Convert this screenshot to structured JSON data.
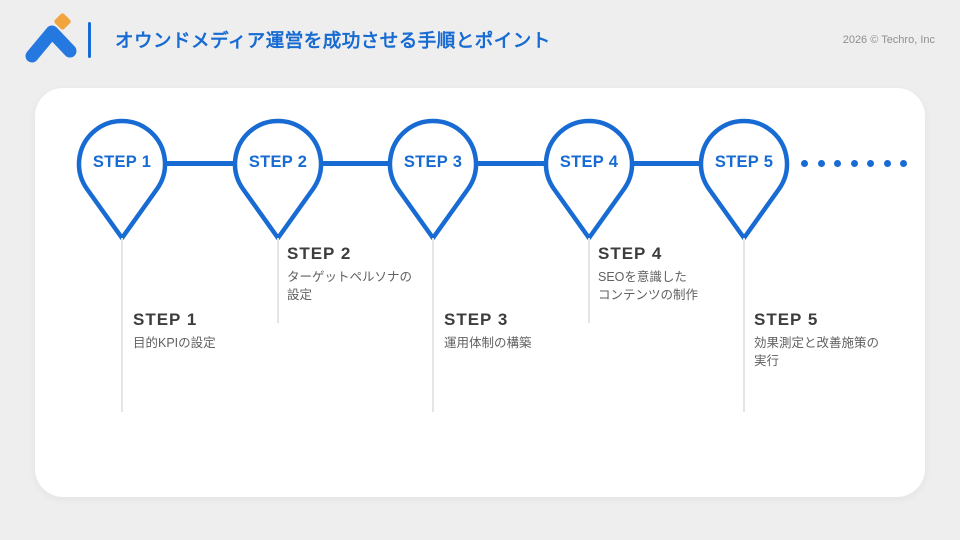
{
  "colors": {
    "accent": "#176BD2",
    "logo_blue": "#2478E0",
    "logo_orange": "#F2A53C",
    "heading_gray": "#3d3d3d",
    "body_gray": "#606060",
    "line_gray": "#e5e5e3",
    "bg": "#eeeeee",
    "card": "#ffffff",
    "copyright_gray": "#8f8f8f"
  },
  "header": {
    "title": "オウンドメディア運営を成功させる手順とポイント",
    "copyright": "2026 © Techro, Inc"
  },
  "timeline": {
    "steps": [
      {
        "pin_label": "STEP 1",
        "heading": "STEP 1",
        "description": "目的KPIの設定"
      },
      {
        "pin_label": "STEP 2",
        "heading": "STEP 2",
        "description": "ターゲットペルソナの\n設定"
      },
      {
        "pin_label": "STEP 3",
        "heading": "STEP 3",
        "description": "運用体制の構築"
      },
      {
        "pin_label": "STEP 4",
        "heading": "STEP 4",
        "description": "SEOを意識した\nコンテンツの制作"
      },
      {
        "pin_label": "STEP 5",
        "heading": "STEP 5",
        "description": "効果測定と改善施策の\n実行"
      }
    ]
  }
}
